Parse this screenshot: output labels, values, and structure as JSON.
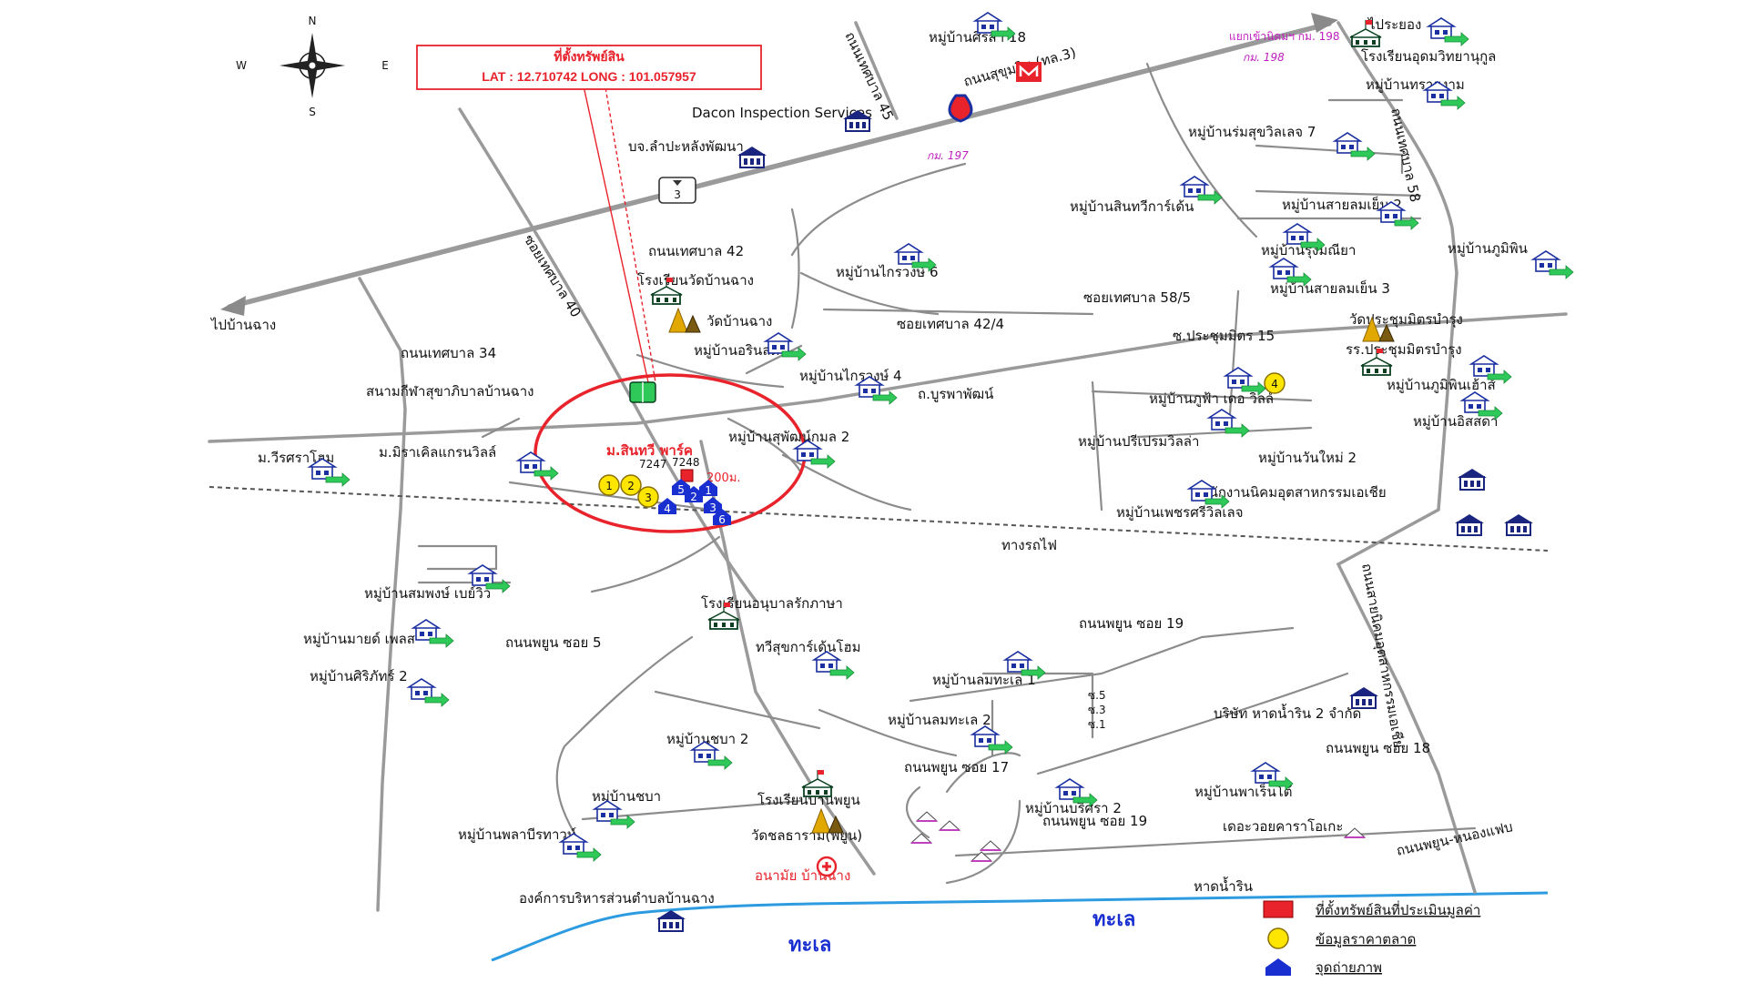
{
  "compass": {
    "n": "N",
    "s": "S",
    "e": "E",
    "w": "W"
  },
  "property_box": {
    "title": "ที่ตั้งทรัพย์สิน",
    "coords": "LAT : 12.710742 LONG : 101.057957"
  },
  "route_shield": "3",
  "directions": {
    "to_rayong": "ไปบ้านฉาง",
    "to_east": "ไประยอง"
  },
  "road_labels": {
    "sukhumvit": "ถนนสุขุมวิท (ทล.3)",
    "tessaban45": "ถนนเทศบาล 45",
    "tessaban42": "ถนนเทศบาล 42",
    "soi40": "ซอยเทศบาล 40",
    "soi42_4": "ซอยเทศบาล 42/4",
    "tessaban34": "ถนนเทศบาล 34",
    "tessaban58": "ถนนเทศบาล 58",
    "soi58_5": "ซอยเทศบาล 58/5",
    "phaya": "ถ.บูรพาพัฒน์",
    "railway": "ทางรถไฟ",
    "phayoon5": "ถนนพยูน ซอย 5",
    "phayoon19a": "ถนนพยูน ซอย 19",
    "phayoon17": "ถนนพยูน ซอย 17",
    "phayoon19b": "ถนนพยูน ซอย 19",
    "phayoon18": "ถนนพยูน ซอย 18",
    "phayoon_nong": "ถนนพยูน-หนองแฟบ",
    "industrial": "ถนนสายนิคมอุตสาหกรรมเอเชีย",
    "kor198": "แยกเข้านิคมฯ กม. 198",
    "kor198b": "กม. 198",
    "kor197": "กม. 197",
    "sa": "ซ.5",
    "sb": "ซ.3",
    "sc": "ซ.1"
  },
  "places": {
    "sirisa": "หมู่บ้านศิริสา 18",
    "dacon": "Dacon Inspection Services",
    "lamphong": "บจ.ลำปะหลังพัฒนา",
    "udom_school": "โรงเรียนอุดมวิทยานุกูล",
    "sailom": "หมู่บ้านทรายงาม",
    "romsuk": "หมู่บ้านร่มสุขวิลเลจ 7",
    "sinthawee": "หมู่บ้านสินทวีการ์เด้น",
    "sailom2": "หมู่บ้านสายลมเย็น 2",
    "phumphin": "หมู่บ้านภูมิพิน",
    "mueang": "หมู่บ้านรุ่งมณียา",
    "sailom3": "หมู่บ้านสายลมเย็น 3",
    "wat_school": "โรงเรียนวัดบ้านฉาง",
    "krawong6": "หมู่บ้านไกรวงษ์ 6",
    "wat_banchang": "วัดบ้านฉาง",
    "wat_prachum": "วัดประชุมมิตรบำรุง",
    "prachum15": "ซ.ประชุมมิตร 15",
    "prachum_school": "รร.ประชุมมิตรบำรุง",
    "rinlada": "หมู่บ้านอรินลดา",
    "krawong4": "หมู่บ้านไกรวงษ์ 4",
    "phumphin_house": "หมู่บ้านภูฟ้า เดอ วิลล์",
    "phumphin_h2": "หมู่บ้านภูมิพินเฮ้าส์",
    "stadium": "สนามกีฬาสุขาภิบาลบ้านฉาง",
    "suphan2": "หมู่บ้านสุพัฒน์กมล 2",
    "preeprem": "หมู่บ้านปรีเปรมวิลล่า",
    "wanmai2": "หมู่บ้านวันใหม่ 2",
    "issara": "หมู่บ้านอิสสดา",
    "subject_village": "ม.สินทวี พาร์ค",
    "miracle": "ม.มิราเคิลแกรนวิลล์",
    "virakrai": "ม.วีรศราโฮม",
    "nikom_office": "สำนักงานนิคมอุตสาหกรรมเอเชีย",
    "petchsri": "หมู่บ้านเพชรศรีวิลเลจ",
    "sompong": "หมู่บ้านสมพงษ์ เบย์วิว",
    "anuban": "โรงเรียนอนุบาลรักภาษา",
    "mayflower": "หมู่บ้านมายด์ เพลส",
    "siriphat2": "หมู่บ้านศิริภัทร์ 2",
    "sukkarn": "ทวีสุขการ์เด้นโฮม",
    "lomtale1": "หมู่บ้านลมทะเล 1",
    "hadnamrin": "บริษัท หาดน้ำริน 2 จำกัด",
    "lomtale2": "หมู่บ้านลมทะเล 2",
    "chaba2": "หมู่บ้านชบา 2",
    "chaba": "หมู่บ้านชบา",
    "phayoon_school": "โรงเรียนบ้านพยูน",
    "wat_chon": "วัดชลธาราม(พยูน)",
    "phala": "หมู่บ้านพลาบีรทาวน์",
    "borisra2": "หมู่บ้านบริศรา 2",
    "phasenthai": "หมู่บ้านพาเร็นโต้",
    "karaoke": "เดอะวอยคาราโอเกะ",
    "health": "อนามัย บ้านฉาง",
    "hadnamrin_beach": "หาดน้ำริน",
    "tambon_office": "องค์การบริหารส่วนตำบลบ้านฉาง",
    "sea1": "ทะเล",
    "sea2": "ทะเล",
    "dist_note": "200ม.",
    "pin_a": "7247",
    "pin_b": "7248"
  },
  "markers": {
    "yellow": [
      "1",
      "2",
      "3",
      "4"
    ],
    "blue": [
      "1",
      "2",
      "3",
      "4",
      "5",
      "6"
    ]
  },
  "legend": {
    "subject": "ที่ตั้งทรัพย์สินที่ประเมินมูลค่า",
    "market": "ข้อมูลราคาตลาด",
    "photo": "จุดถ่ายภาพ"
  },
  "colors": {
    "road": "#9a9a9a",
    "sea": "#2d9be0",
    "subject_red": "#e8232b",
    "market_yellow": "#ffe600",
    "photo_blue": "#1a2fd0",
    "house_green": "#2fc95a",
    "house_blue": "#1a2fa0",
    "temple_gold": "#e0a800"
  }
}
